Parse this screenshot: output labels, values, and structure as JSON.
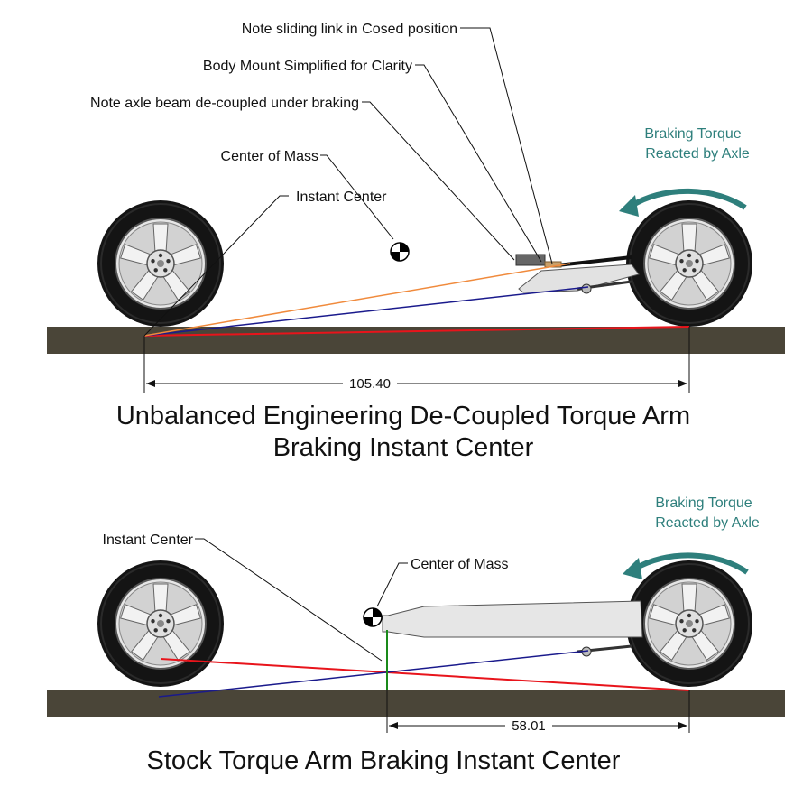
{
  "top": {
    "labels": {
      "sliding_link": "Note sliding link in Cosed position",
      "body_mount": "Body Mount Simplified for Clarity",
      "axle_beam": "Note axle beam de-coupled under braking",
      "center_of_mass": "Center of Mass",
      "instant_center": "Instant Center"
    },
    "braking_torque": {
      "line1": "Braking Torque",
      "line2": "Reacted by Axle"
    },
    "dimension": "105.40",
    "title_line1": "Unbalanced Engineering De-Coupled Torque Arm",
    "title_line2": "Braking Instant Center"
  },
  "bottom": {
    "labels": {
      "instant_center": "Instant Center",
      "center_of_mass": "Center of Mass"
    },
    "braking_torque": {
      "line1": "Braking Torque",
      "line2": "Reacted by Axle"
    },
    "dimension": "58.01",
    "title": "Stock Torque Arm Braking Instant Center"
  },
  "colors": {
    "ground": "#4a4538",
    "torque_arrow": "#2e7f7c",
    "line_red": "#e8141b",
    "line_blue": "#1a1a8c",
    "line_orange": "#f08a3c",
    "line_green": "#1a8a1a"
  }
}
